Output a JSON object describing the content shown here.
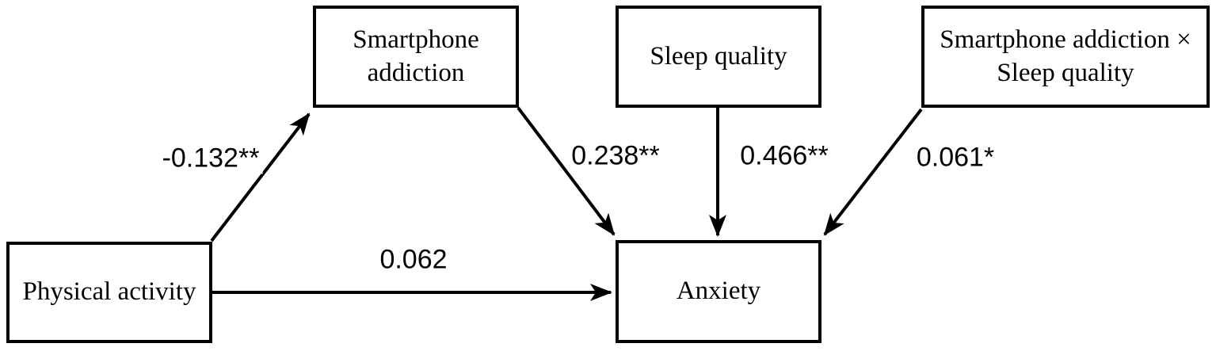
{
  "nodes": {
    "physical_activity": {
      "label": "Physical activity"
    },
    "smartphone_addiction": {
      "line1": "Smartphone",
      "line2": "addiction"
    },
    "sleep_quality": {
      "label": "Sleep quality"
    },
    "interaction": {
      "line1": "Smartphone addiction ×",
      "line2": "Sleep quality"
    },
    "anxiety": {
      "label": "Anxiety"
    }
  },
  "coefficients": {
    "pa_to_sa": "-0.132**",
    "sa_to_anxiety": "0.238**",
    "sq_to_anxiety": "0.466**",
    "interaction_to_anxiety": "0.061*",
    "pa_to_anxiety": "0.062"
  },
  "colors": {
    "line": "#000000",
    "background": "#ffffff"
  }
}
